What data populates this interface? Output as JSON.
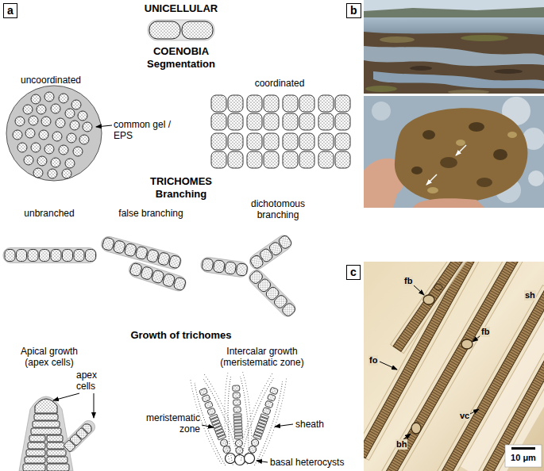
{
  "diagram": {
    "nodes": [
      {
        "text": [
          "a"
        ]
      },
      {
        "text": [
          "b"
        ]
      },
      {
        "text": [
          "c"
        ]
      }
    ],
    "labels": [
      "UNICELLULAR",
      "COENOBIA",
      "Segmentation",
      "uncoordinated",
      "coordinated",
      "common gel / EPS",
      "TRICHOMES",
      "Branching",
      "unbranched",
      "false branching",
      "dichotomous branching",
      "Growth of trichomes",
      "Apical growth (apex cells)",
      "Intercalar growth (meristematic zone)",
      "apex cells",
      "meristematic zone",
      "sheath",
      "basal heterocysts",
      "fb",
      "fb",
      "sh",
      "fo",
      "bh",
      "vc",
      "10 μm"
    ]
  }
}
